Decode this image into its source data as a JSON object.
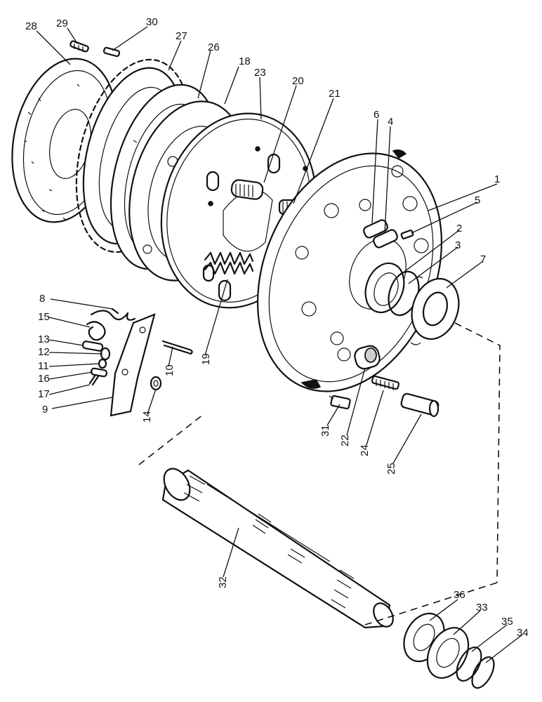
{
  "figure": {
    "type": "exploded-parts-diagram",
    "callouts": [
      "1",
      "2",
      "3",
      "4",
      "5",
      "6",
      "7",
      "8",
      "9",
      "10",
      "11",
      "12",
      "13",
      "14",
      "15",
      "16",
      "17",
      "18",
      "19",
      "20",
      "21",
      "22",
      "23",
      "24",
      "25",
      "26",
      "27",
      "28",
      "29",
      "30",
      "31",
      "32",
      "33",
      "34",
      "35",
      "36"
    ]
  }
}
